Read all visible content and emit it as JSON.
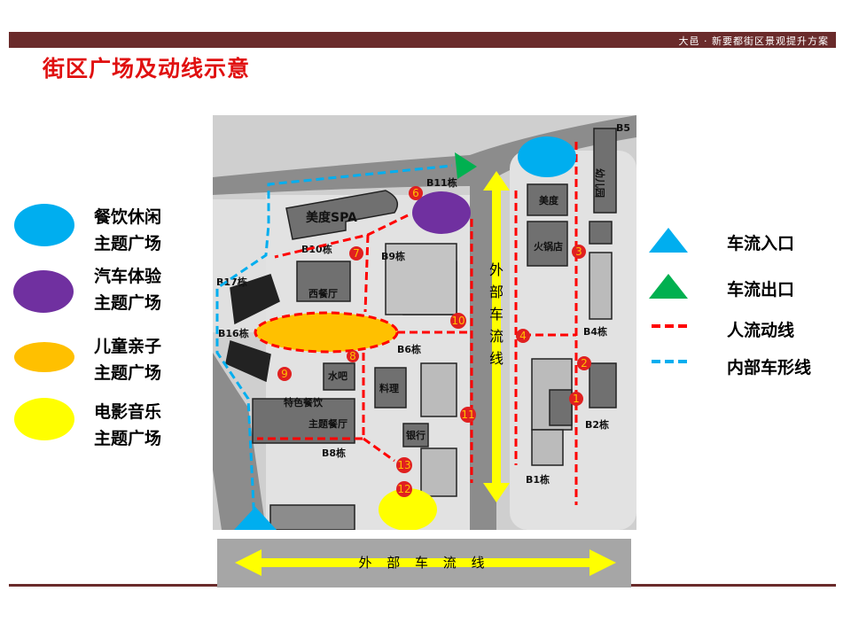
{
  "header": {
    "banner": "大邑 · 新要都街区景观提升方案",
    "title": "街区广场及动线示意"
  },
  "legend_left": [
    {
      "line1": "餐饮休闲",
      "line2": "主题广场",
      "color": "#00aeef"
    },
    {
      "line1": "汽车体验",
      "line2": "主题广场",
      "color": "#7030a0"
    },
    {
      "line1": "儿童亲子",
      "line2": "主题广场",
      "color": "#ffc000"
    },
    {
      "line1": "电影音乐",
      "line2": "主题广场",
      "color": "#ffff00"
    }
  ],
  "legend_right": [
    {
      "label": "车流入口",
      "icon": "blue-triangle",
      "color": "#00aeef"
    },
    {
      "label": "车流出口",
      "icon": "green-triangle",
      "color": "#00b050"
    },
    {
      "label": "人流动线",
      "icon": "red-dashed-line",
      "color": "#ff0000"
    },
    {
      "label": "内部车形线",
      "icon": "blue-dashed-line",
      "color": "#00aeef"
    }
  ],
  "map": {
    "road_label": [
      "外",
      "部",
      "车",
      "流",
      "线"
    ],
    "buildings": {
      "b11": "B11栋",
      "b10": "B10栋",
      "b9": "B9栋",
      "b17": "B17栋",
      "b16": "B16栋",
      "b6": "B6栋",
      "b8": "B8栋",
      "b5": "B5",
      "b4": "B4栋",
      "b2": "B2栋",
      "b1": "B1栋"
    },
    "shops": {
      "spa": "美度SPA",
      "west": "西餐厅",
      "kinder": "幼儿园",
      "hotpot": "火锅店",
      "beauty": "美度",
      "bank": "银行",
      "cuisine": "料理",
      "special": "特色餐饮",
      "theme": "主题餐厅",
      "water": "水吧"
    },
    "nodes": [
      "1",
      "2",
      "3",
      "4",
      "6",
      "7",
      "8",
      "9",
      "10",
      "11",
      "12",
      "13"
    ]
  },
  "bottom": {
    "label": "外 部 车 流 线"
  }
}
